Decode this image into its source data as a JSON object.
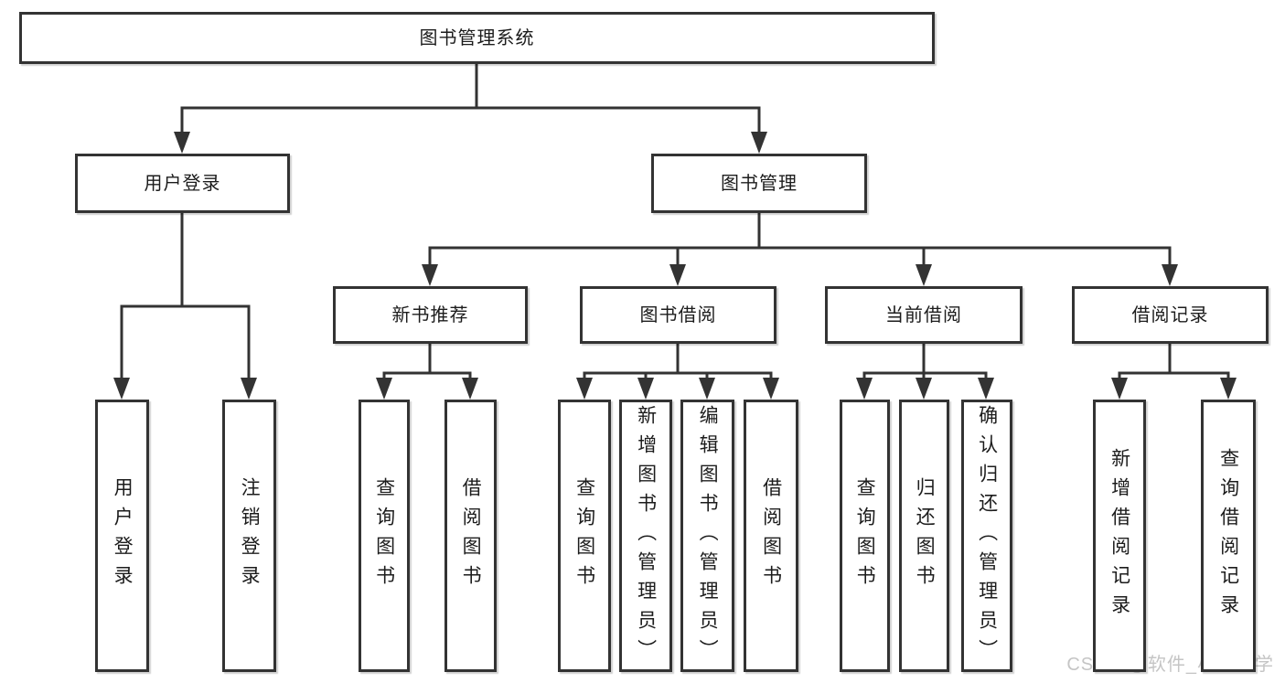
{
  "diagram_title": "图书管理系统",
  "watermark": "CSDN @软件_小贺同学",
  "colors": {
    "line": "#333333",
    "text": "#1c1c1c",
    "watermark": "#c5c5c5",
    "background": "#ffffff"
  },
  "tree": {
    "id": "root",
    "label": "图书管理系统",
    "children": [
      {
        "id": "user-login",
        "label": "用户登录",
        "children": [
          {
            "id": "leaf-user-login",
            "label": "用户登录"
          },
          {
            "id": "leaf-logout",
            "label": "注销登录"
          }
        ]
      },
      {
        "id": "book-mgmt",
        "label": "图书管理",
        "children": [
          {
            "id": "new-book-recommend",
            "label": "新书推荐",
            "children": [
              {
                "id": "leaf-query-book-1",
                "label": "查询图书"
              },
              {
                "id": "leaf-borrow-book-1",
                "label": "借阅图书"
              }
            ]
          },
          {
            "id": "book-borrow",
            "label": "图书借阅",
            "children": [
              {
                "id": "leaf-query-book-2",
                "label": "查询图书"
              },
              {
                "id": "leaf-add-book",
                "label": "新增图书（管理员）"
              },
              {
                "id": "leaf-edit-book",
                "label": "编辑图书（管理员）"
              },
              {
                "id": "leaf-borrow-book-2",
                "label": "借阅图书"
              }
            ]
          },
          {
            "id": "current-borrow",
            "label": "当前借阅",
            "children": [
              {
                "id": "leaf-query-book-3",
                "label": "查询图书"
              },
              {
                "id": "leaf-return-book",
                "label": "归还图书"
              },
              {
                "id": "leaf-confirm-return",
                "label": "确认归还（管理员）"
              }
            ]
          },
          {
            "id": "borrow-records",
            "label": "借阅记录",
            "children": [
              {
                "id": "leaf-add-record",
                "label": "新增借阅记录"
              },
              {
                "id": "leaf-query-record",
                "label": "查询借阅记录"
              }
            ]
          }
        ]
      }
    ]
  }
}
